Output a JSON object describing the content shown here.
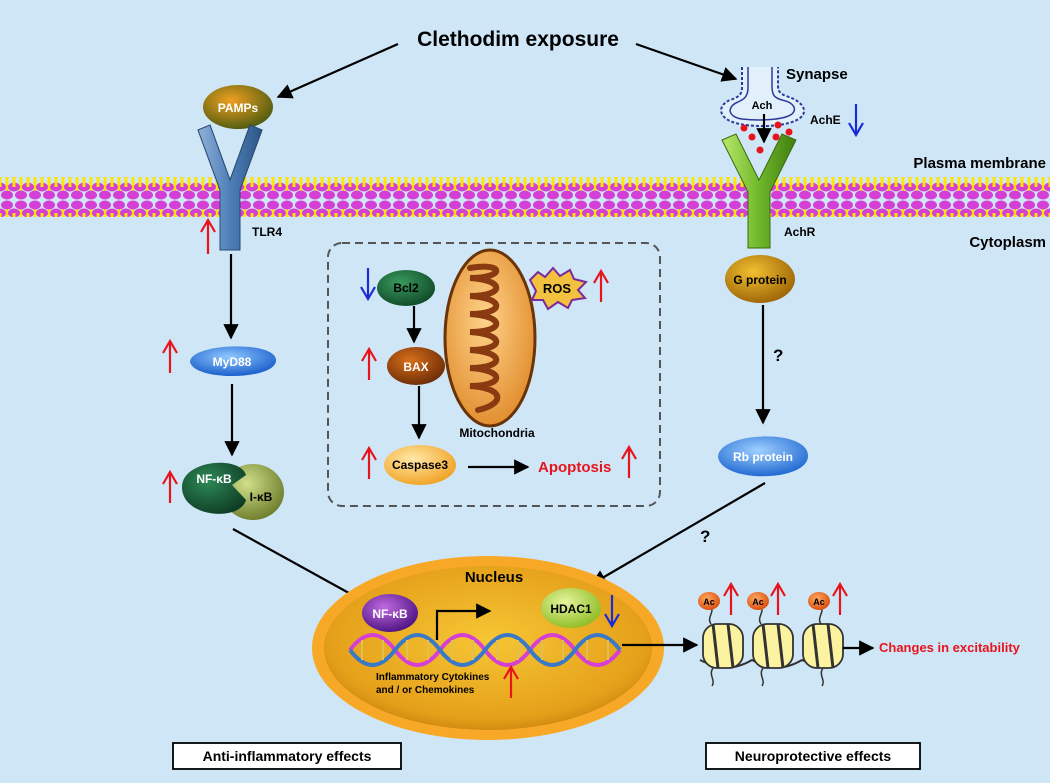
{
  "title": "Clethodim exposure",
  "labels": {
    "synapse": "Synapse",
    "plasma_membrane": "Plasma membrane",
    "cytoplasm": "Cytoplasm",
    "nucleus": "Nucleus",
    "mitochondria": "Mitochondria",
    "ach": "Ach",
    "ache": "AchE",
    "achr": "AchR",
    "tlr4": "TLR4",
    "question_1": "?",
    "question_2": "?",
    "inflammatory_line1": "Inflammatory Cytokines",
    "inflammatory_line2": "and / or Chemokines",
    "acetyl": "Ac"
  },
  "nodes": {
    "pamps": "PAMPs",
    "myd88": "MyD88",
    "nfkb_cyto": "NF-κB",
    "ikb": "I-κB",
    "bcl2": "Bcl2",
    "bax": "BAX",
    "caspase3": "Caspase3",
    "ros": "ROS",
    "g_protein": "G protein",
    "rb_protein": "Rb protein",
    "nfkb_nuc": "NF-κB",
    "hdac1": "HDAC1"
  },
  "outcomes": {
    "apoptosis": "Apoptosis",
    "excitability": "Changes in excitability",
    "anti_inflammatory": "Anti-inflammatory effects",
    "neuroprotective": "Neuroprotective effects"
  },
  "colors": {
    "background": "#cfe6f7",
    "up_arrow": "#e8141b",
    "down_arrow": "#1b2bd6",
    "membrane_head": "#d63fd6",
    "membrane_tail": "#ffe600",
    "outcome_text": "#e8141b"
  }
}
